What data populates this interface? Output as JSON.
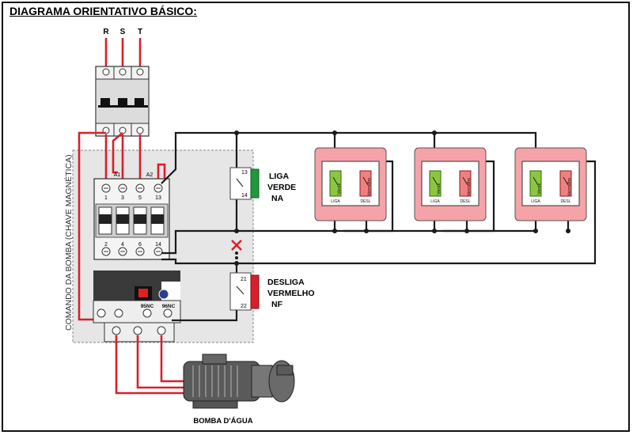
{
  "title": "DIAGRAMA ORIENTATIVO BÁSICO:",
  "phases": [
    "R",
    "S",
    "T"
  ],
  "contactor": {
    "top_terminals": [
      "1",
      "3",
      "5",
      "13"
    ],
    "coil_terminals": [
      "A1",
      "A2"
    ],
    "bottom_terminals": [
      "2",
      "4",
      "6",
      "14"
    ]
  },
  "overload": {
    "contact_labels": [
      "95NC",
      "96NC"
    ]
  },
  "panel_label": "COMANDO DA BOMBA (CHAVE MAGNÉTICA)",
  "start_button": {
    "terminals": [
      "13",
      "14"
    ],
    "label_lines": [
      "LIGA",
      "VERDE",
      "NA"
    ]
  },
  "stop_button": {
    "terminals": [
      "21",
      "22"
    ],
    "label_lines": [
      "DESLIGA",
      "VERMELHO",
      "NF"
    ]
  },
  "stations": {
    "green_label": "Verde",
    "red_label": "Vermelho",
    "on_label": "LIGA",
    "off_label": "DESL"
  },
  "motor_label": "BOMBA D'ÁGUA",
  "colors": {
    "wire_red": "#d8202a",
    "wire_black": "#1a1a1a",
    "button_green": "#1e9a3c",
    "button_red": "#d8202a",
    "station_pink": "#f5a3a8",
    "panel_gray": "#e6e6e6"
  }
}
